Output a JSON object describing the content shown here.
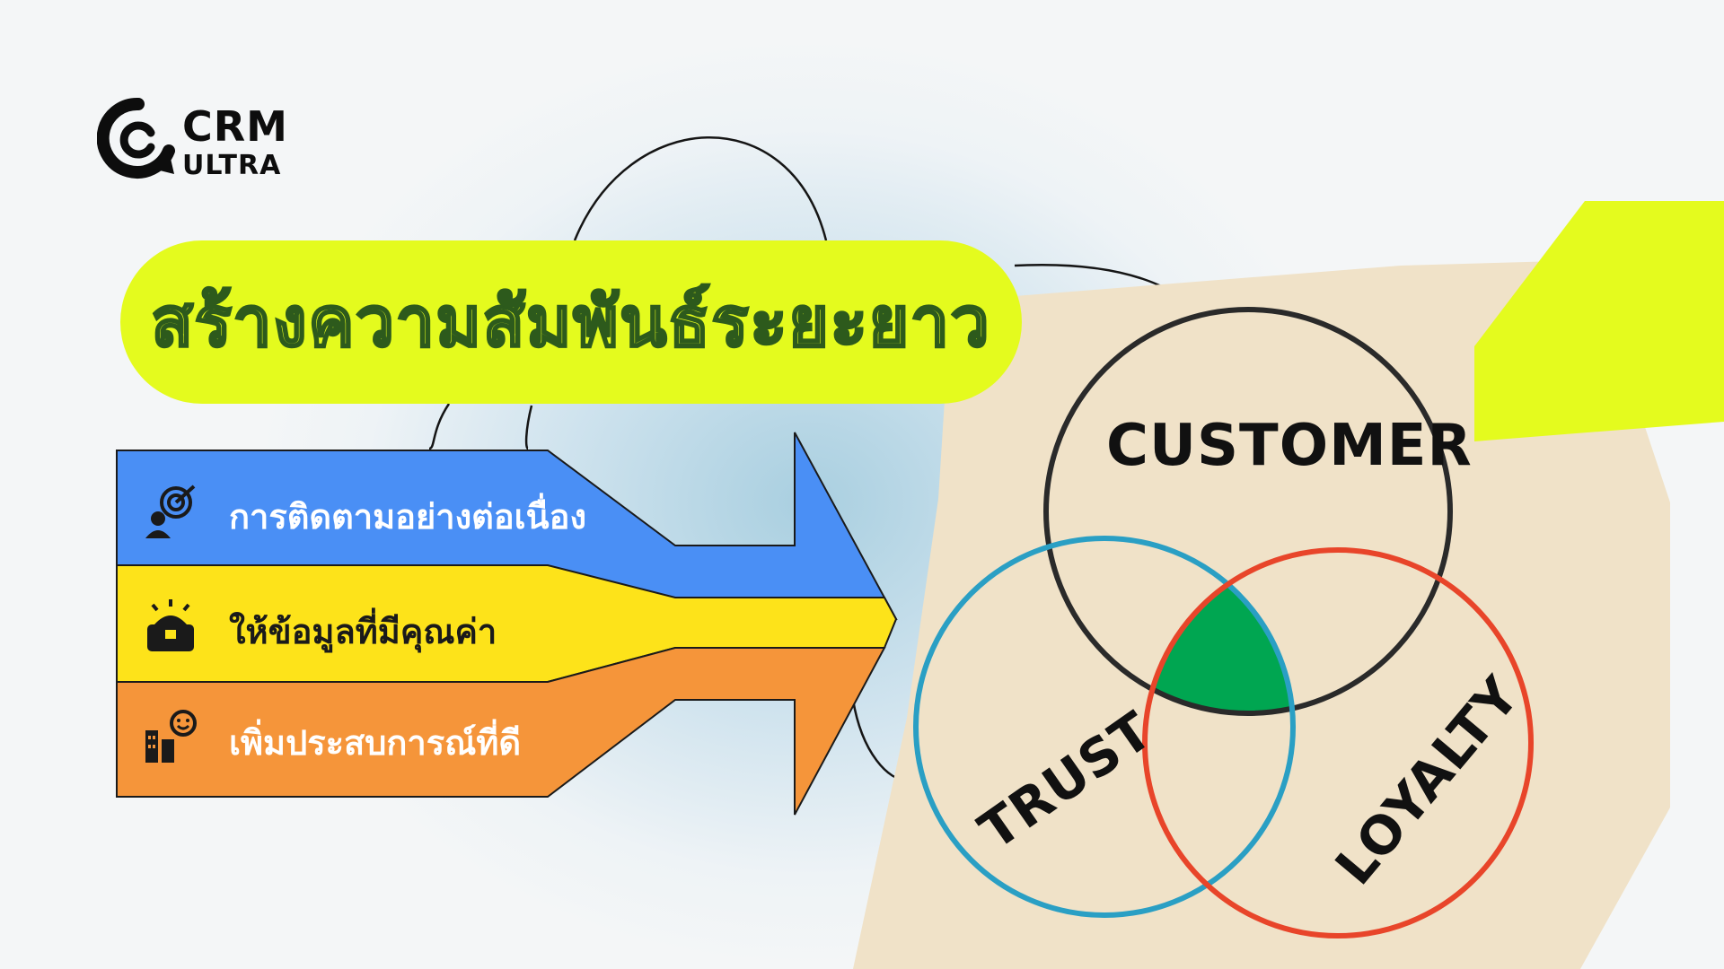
{
  "logo": {
    "line1": "CRM",
    "line2": "ULTRA"
  },
  "title": "สร้างความสัมพันธ์ระยะยาว",
  "items": [
    {
      "label": "การติดตามอย่างต่อเนื่อง",
      "icon": "target-person-icon",
      "color": "#4a8ff5"
    },
    {
      "label": "ให้ข้อมูลที่มีคุณค่า",
      "icon": "box-sparkle-icon",
      "color": "#fde31a"
    },
    {
      "label": "เพิ่มประสบการณ์ที่ดี",
      "icon": "building-smile-icon",
      "color": "#f5953a"
    }
  ],
  "venn": {
    "labels": [
      "CUSTOMER",
      "TRUST",
      "LOYALTY"
    ],
    "colors": {
      "customer": "#2a2a2a",
      "trust": "#2a9fc4",
      "loyalty": "#e8452a",
      "center": "#00a651"
    }
  },
  "accent_color": "#e4fb1e"
}
